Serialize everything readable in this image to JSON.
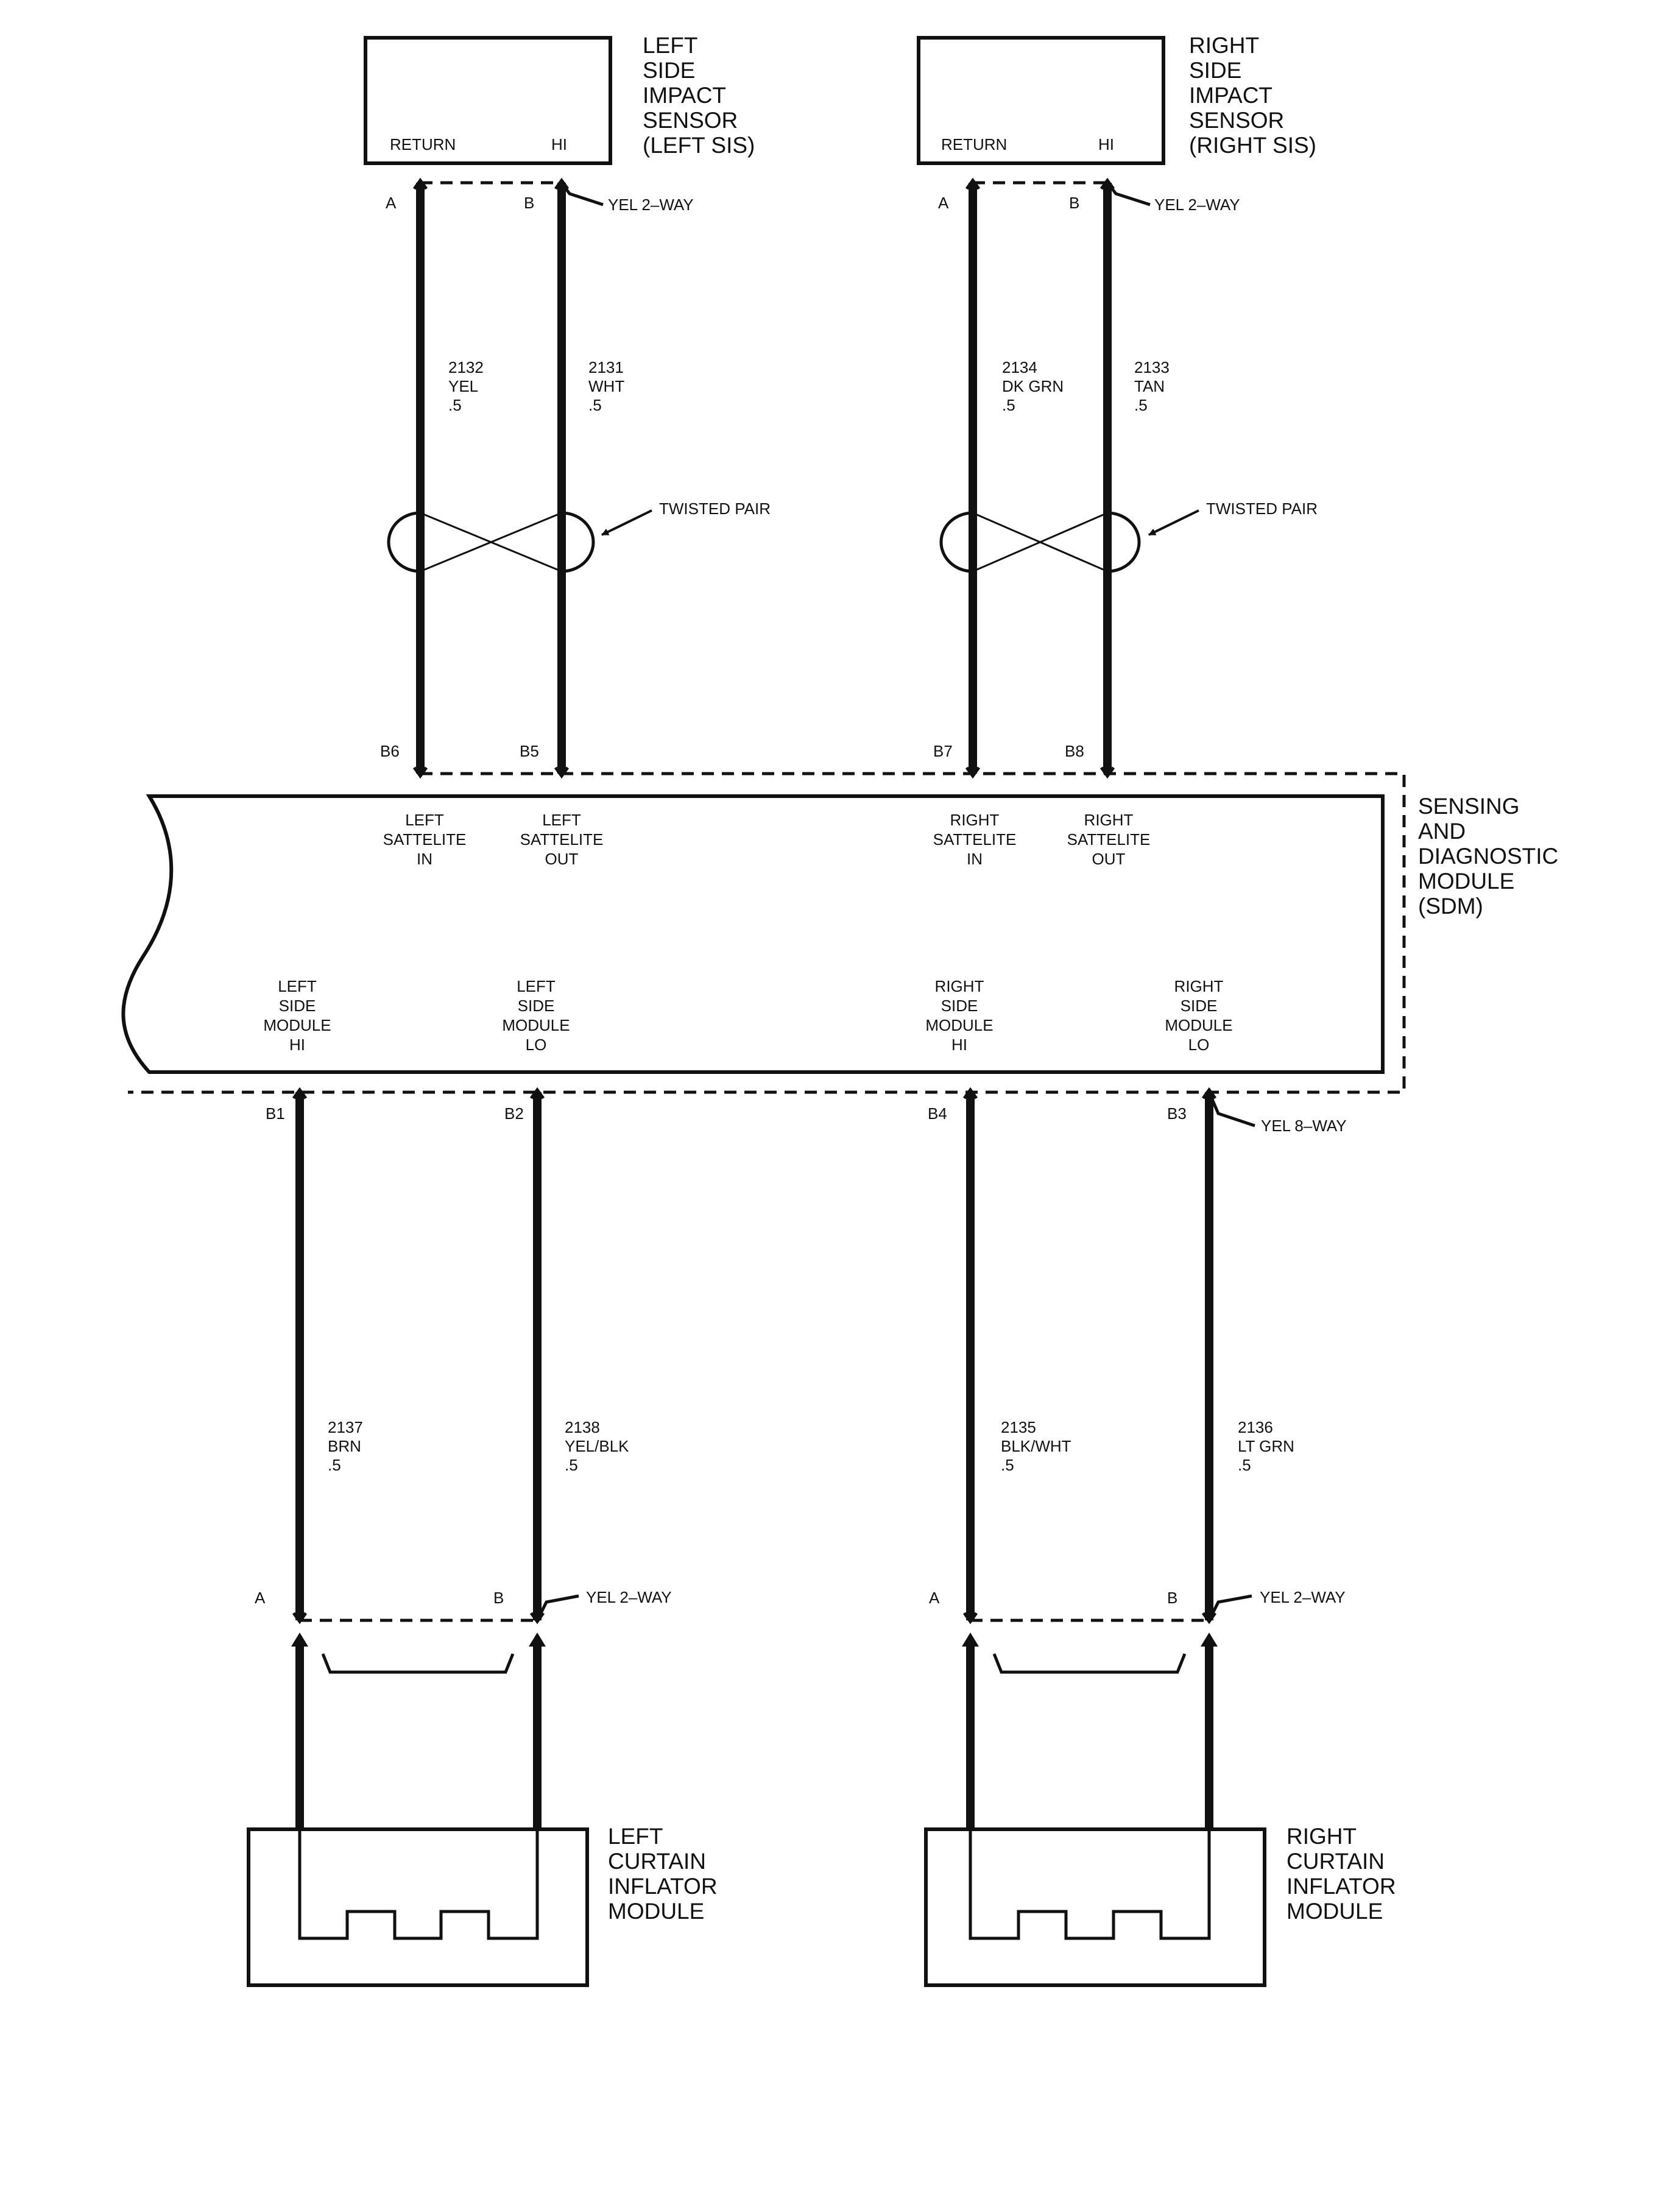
{
  "components": {
    "left_sis": {
      "name": [
        "LEFT",
        "SIDE",
        "IMPACT",
        "SENSOR",
        "(LEFT SIS)"
      ],
      "pin_return": "RETURN",
      "pin_hi": "HI"
    },
    "right_sis": {
      "name": [
        "RIGHT",
        "SIDE",
        "IMPACT",
        "SENSOR",
        "(RIGHT SIS)"
      ],
      "pin_return": "RETURN",
      "pin_hi": "HI"
    },
    "sdm": {
      "name": [
        "SENSING",
        "AND",
        "DIAGNOSTIC",
        "MODULE",
        "(SDM)"
      ],
      "top_labels": [
        [
          "LEFT",
          "SATTELITE",
          "IN"
        ],
        [
          "LEFT",
          "SATTELITE",
          "OUT"
        ],
        [
          "RIGHT",
          "SATTELITE",
          "IN"
        ],
        [
          "RIGHT",
          "SATTELITE",
          "OUT"
        ]
      ],
      "bottom_labels": [
        [
          "LEFT",
          "SIDE",
          "MODULE",
          "HI"
        ],
        [
          "LEFT",
          "SIDE",
          "MODULE",
          "LO"
        ],
        [
          "RIGHT",
          "SIDE",
          "MODULE",
          "HI"
        ],
        [
          "RIGHT",
          "SIDE",
          "MODULE",
          "LO"
        ]
      ]
    },
    "left_cim": {
      "name": [
        "LEFT",
        "CURTAIN",
        "INFLATOR",
        "MODULE"
      ]
    },
    "right_cim": {
      "name": [
        "RIGHT",
        "CURTAIN",
        "INFLATOR",
        "MODULE"
      ]
    }
  },
  "connectors": {
    "left_sis": "YEL 2–WAY",
    "right_sis": "YEL 2–WAY",
    "sdm": "YEL 8–WAY",
    "left_cim": "YEL 2–WAY",
    "right_cim": "YEL 2–WAY"
  },
  "twisted_pair_label": "TWISTED PAIR",
  "pins": {
    "left_sis": [
      "A",
      "B"
    ],
    "right_sis": [
      "A",
      "B"
    ],
    "sdm_top": [
      "B6",
      "B5",
      "B7",
      "B8"
    ],
    "sdm_bottom": [
      "B1",
      "B2",
      "B4",
      "B3"
    ],
    "left_cim": [
      "A",
      "B"
    ],
    "right_cim": [
      "A",
      "B"
    ]
  },
  "wires": {
    "upper": [
      {
        "circuit": "2132",
        "color": "YEL",
        "gauge": ".5"
      },
      {
        "circuit": "2131",
        "color": "WHT",
        "gauge": ".5"
      },
      {
        "circuit": "2134",
        "color": "DK GRN",
        "gauge": ".5"
      },
      {
        "circuit": "2133",
        "color": "TAN",
        "gauge": ".5"
      }
    ],
    "lower": [
      {
        "circuit": "2137",
        "color": "BRN",
        "gauge": ".5"
      },
      {
        "circuit": "2138",
        "color": "YEL/BLK",
        "gauge": ".5"
      },
      {
        "circuit": "2135",
        "color": "BLK/WHT",
        "gauge": ".5"
      },
      {
        "circuit": "2136",
        "color": "LT GRN",
        "gauge": ".5"
      }
    ]
  }
}
